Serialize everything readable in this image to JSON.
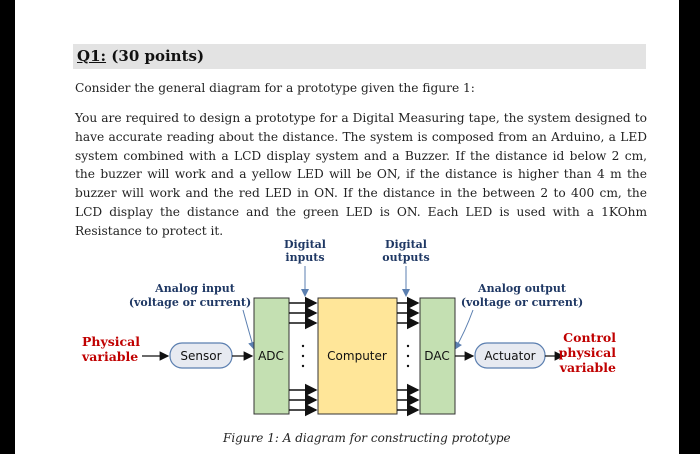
{
  "question": {
    "number": "Q1:",
    "points": "(30 points)"
  },
  "intro": "Consider the general diagram for a prototype given the figure 1:",
  "body": "You are required to design a prototype for a Digital Measuring tape, the system designed to have accurate reading about the distance. The system is composed from an Arduino, a LED system combined with a LCD display system and a Buzzer. If the distance id below 2 cm, the buzzer will work and a yellow LED will be ON, if the distance is higher than 4 m the buzzer will work and the red LED in ON. If the distance in the between 2 to 400 cm, the LCD display the distance and the green LED is ON.  Each LED is used with a 1KOhm Resistance to protect it.",
  "diagram": {
    "digital_inputs": [
      "Digital",
      "inputs"
    ],
    "digital_outputs": [
      "Digital",
      "outputs"
    ],
    "analog_input": [
      "Analog input",
      "(voltage or current)"
    ],
    "analog_output": [
      "Analog output",
      "(voltage or current)"
    ],
    "physical_variable": [
      "Physical",
      "variable"
    ],
    "control_variable": [
      "Control",
      "physical",
      "variable"
    ],
    "sensor": "Sensor",
    "adc": "ADC",
    "computer": "Computer",
    "dac": "DAC",
    "actuator": "Actuator",
    "colors": {
      "converter": "#c4e0b2",
      "computer": "#ffe699",
      "label_red": "#c00000",
      "label_blue": "#1f3864"
    }
  },
  "caption": "Figure 1: A diagram for constructing prototype"
}
